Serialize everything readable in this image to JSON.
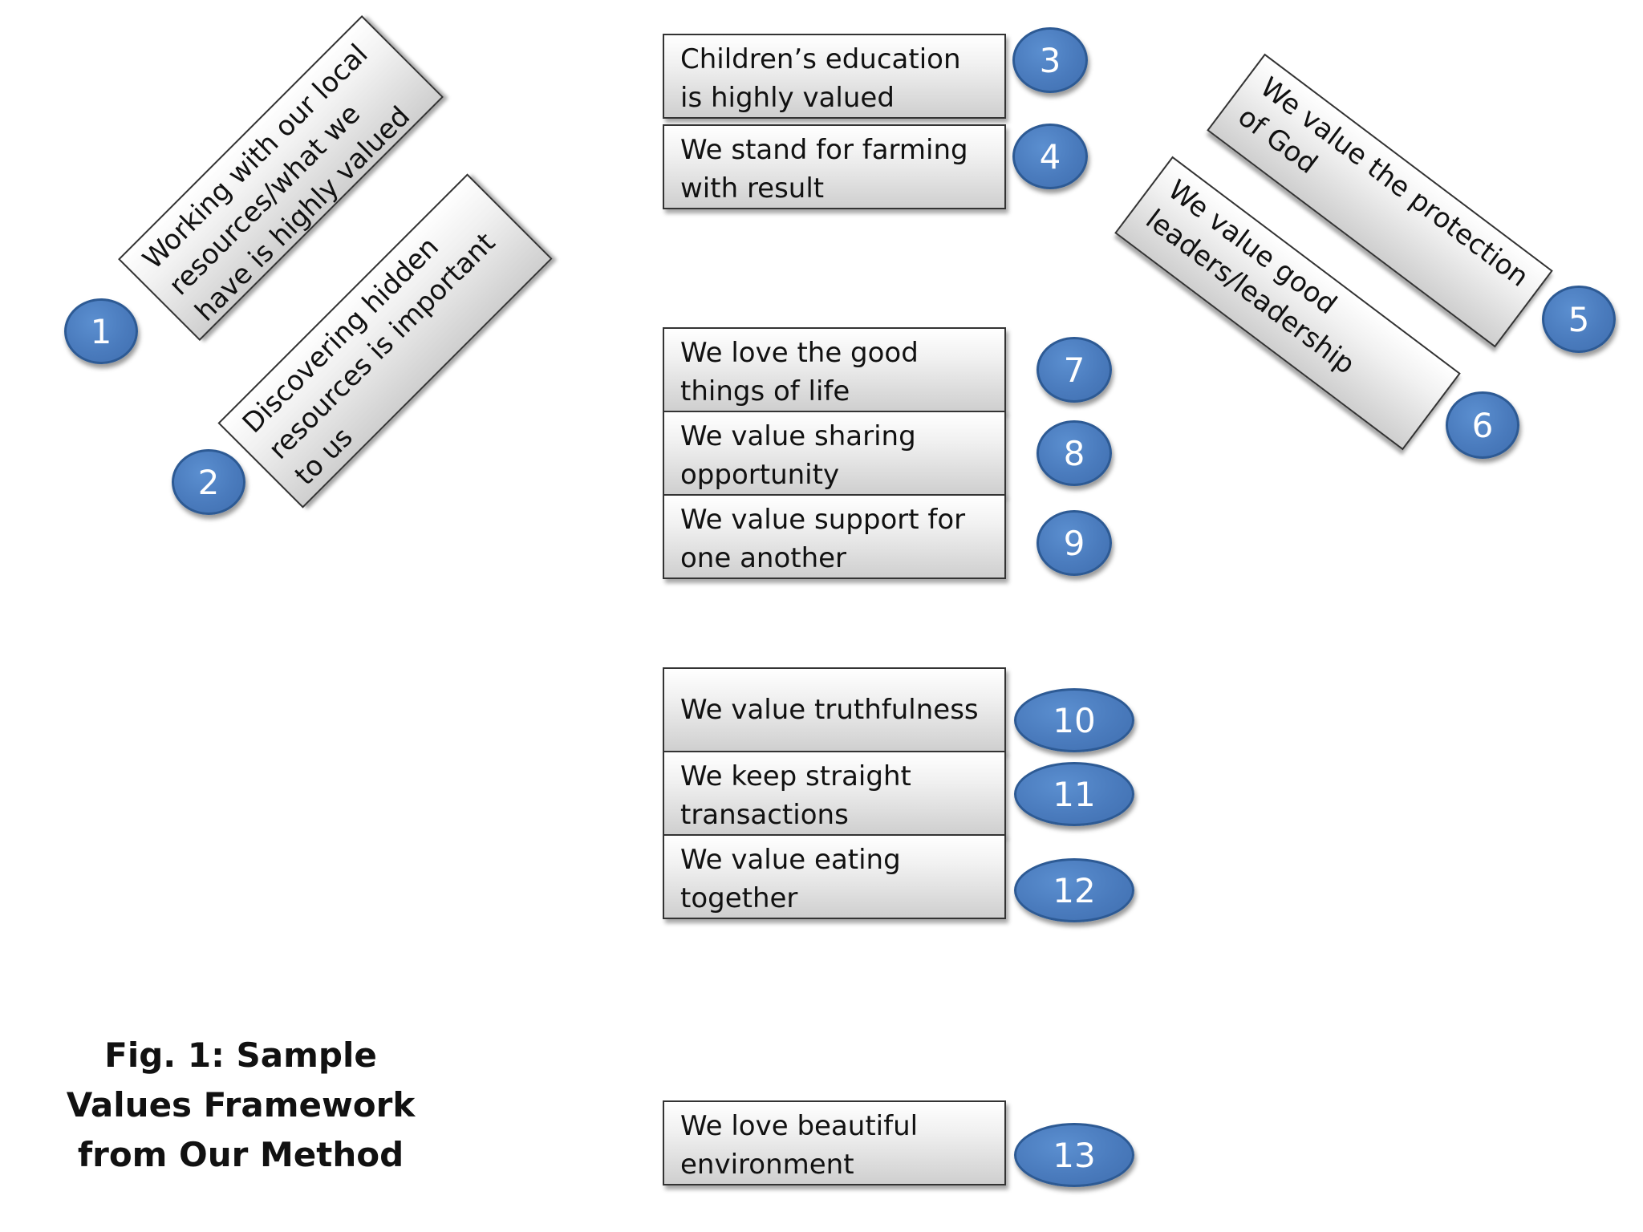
{
  "items": [
    {
      "number": "1",
      "text": "Working with our local resources/what we have is highly valued"
    },
    {
      "number": "2",
      "text": "Discovering hidden resources is important to us"
    },
    {
      "number": "3",
      "text": "Children’s education is highly valued"
    },
    {
      "number": "4",
      "text": "We stand for farming with result"
    },
    {
      "number": "5",
      "text": "We value the protection of God"
    },
    {
      "number": "6",
      "text": "We value good leaders/leadership"
    },
    {
      "number": "7",
      "text": "We love the good things of life"
    },
    {
      "number": "8",
      "text": "We value sharing opportunity"
    },
    {
      "number": "9",
      "text": "We value support for one another"
    },
    {
      "number": "10",
      "text": "We value truthfulness"
    },
    {
      "number": "11",
      "text": "We keep straight transactions"
    },
    {
      "number": "12",
      "text": "We value eating together"
    },
    {
      "number": "13",
      "text": "We love beautiful environment"
    }
  ],
  "caption": {
    "line1": "Fig. 1: Sample",
    "line2": "Values Framework",
    "line3": "from Our Method"
  },
  "colors": {
    "badge_fill": "#4a7bbd",
    "badge_border": "#2d5a94",
    "box_border": "#333333"
  }
}
